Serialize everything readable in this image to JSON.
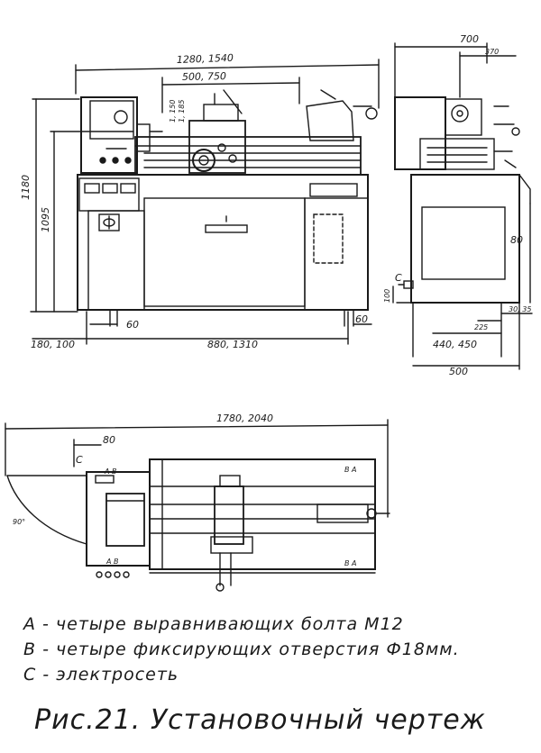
{
  "front_view": {
    "overall_width": "1280, 1540",
    "spindle_center_distance": "500, 750",
    "height_overall": "1180",
    "height_to_spindle": "1095",
    "offset_left": "60",
    "offset_right": "60",
    "overhang_left": "180, 100",
    "foot_spacing": "880, 1310",
    "small_dims": [
      "1, 150",
      "1, 185"
    ]
  },
  "side_view": {
    "depth_overall": "700",
    "offset_top": "370",
    "mark_c": "C",
    "height_c": "100",
    "dim_80": "80",
    "dim_225": "225",
    "dim_30_35": "30, 35",
    "base_dims": "440, 450",
    "base_width": "500"
  },
  "plan_view": {
    "overall_length": "1780, 2040",
    "dim_80": "80",
    "mark_c": "C",
    "marks_ab": "A B",
    "marks_ba": "B A",
    "angle": "90°"
  },
  "legend": [
    "А - четыре выравнивающих болта М12",
    "В - четыре фиксирующих отверстия Ф18мм.",
    "С - электросеть"
  ],
  "caption": "Рис.21. Установочный чертеж"
}
